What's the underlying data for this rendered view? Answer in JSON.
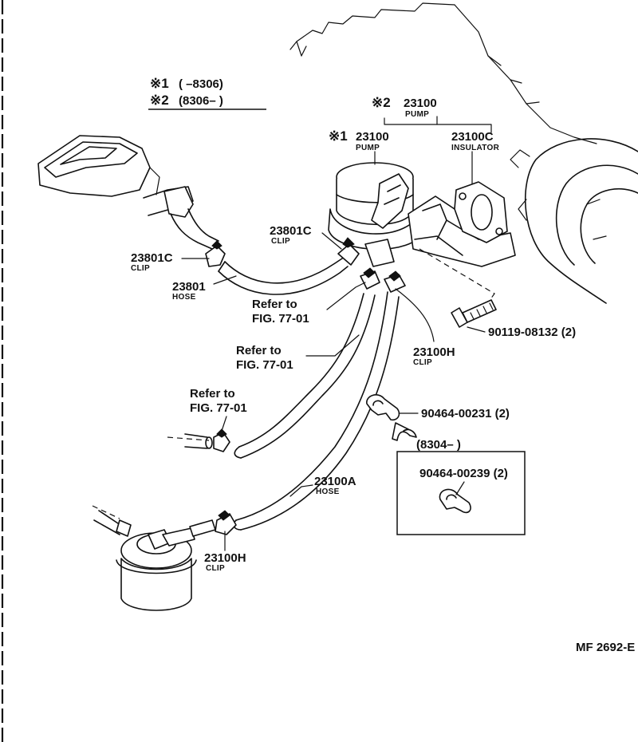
{
  "legend": {
    "line1": {
      "mark": "※1",
      "range": "(        –8306)"
    },
    "line2": {
      "mark": "※2",
      "range": "(8306–        )"
    }
  },
  "parts": {
    "pump_2": {
      "mark": "※2",
      "number": "23100",
      "name": "PUMP"
    },
    "pump_1": {
      "mark": "※1",
      "number": "23100",
      "name": "PUMP"
    },
    "insulator": {
      "number": "23100C",
      "name": "INSULATOR"
    },
    "clip_upper_right": {
      "number": "23801C",
      "name": "CLIP"
    },
    "clip_upper_left": {
      "number": "23801C",
      "name": "CLIP"
    },
    "hose_upper": {
      "number": "23801",
      "name": "HOSE"
    },
    "bolt": {
      "number": "90119-08132 (2)"
    },
    "clip_pump_side": {
      "number": "23100H",
      "name": "CLIP"
    },
    "clamp_new": {
      "number": "90464-00231 (2)"
    },
    "clamp_old": {
      "number": "90464-00239 (2)"
    },
    "inset_range": "(8304–        )",
    "hose_lower": {
      "number": "23100A",
      "name": "HOSE"
    },
    "clip_filter_side": {
      "number": "23100H",
      "name": "CLIP"
    }
  },
  "refs": {
    "ref1": {
      "line1": "Refer to",
      "line2": "FIG. 77-01"
    },
    "ref2": {
      "line1": "Refer to",
      "line2": "FIG. 77-01"
    },
    "ref3": {
      "line1": "Refer to",
      "line2": "FIG. 77-01"
    }
  },
  "figure_code": "MF  2692-E"
}
